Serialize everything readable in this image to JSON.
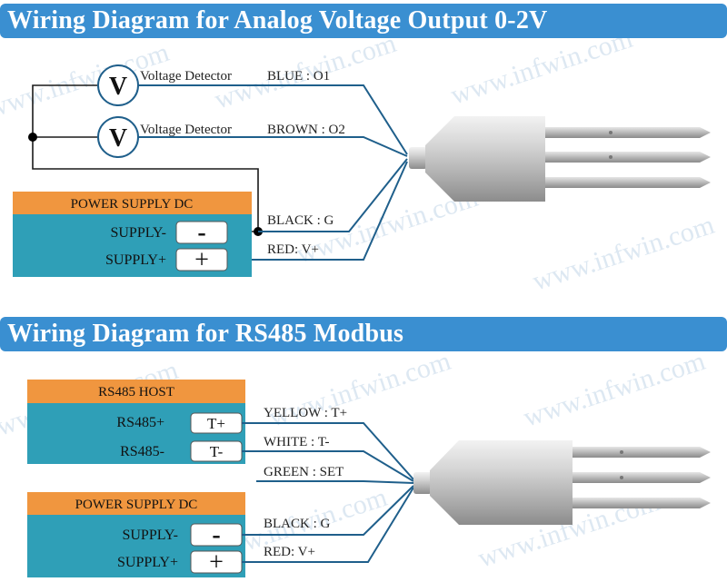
{
  "banners": {
    "analog": "Wiring Diagram for Analog Voltage Output 0-2V",
    "rs485": "Wiring Diagram for RS485 Modbus"
  },
  "watermark": "www.infwin.com",
  "analog": {
    "meter_symbol": "V",
    "meter1_label": "Voltage Detector",
    "meter2_label": "Voltage Detector",
    "wire_labels": [
      "BLUE : O1",
      "BROWN : O2",
      "BLACK : G",
      "RED: V+"
    ],
    "power_header": "POWER SUPPLY DC",
    "supply_minus_label": "SUPPLY-",
    "supply_plus_label": "SUPPLY+",
    "minus_terminal": "-",
    "plus_terminal": "+"
  },
  "rs485": {
    "host_header": "RS485 HOST",
    "rs485_plus_label": "RS485+",
    "rs485_minus_label": "RS485-",
    "tplus_terminal": "T+",
    "tminus_terminal": "T-",
    "wire_labels": [
      "YELLOW : T+",
      "WHITE : T-",
      "GREEN : SET",
      "BLACK : G",
      "RED: V+"
    ],
    "power_header": "POWER SUPPLY DC",
    "supply_minus_label": "SUPPLY-",
    "supply_plus_label": "SUPPLY+",
    "minus_terminal": "-",
    "plus_terminal": "+"
  },
  "colors": {
    "banner": "#3a8fd1",
    "header_orange": "#f0963f",
    "panel_teal": "#2f9fb7",
    "wire": "#1f5f8b"
  }
}
